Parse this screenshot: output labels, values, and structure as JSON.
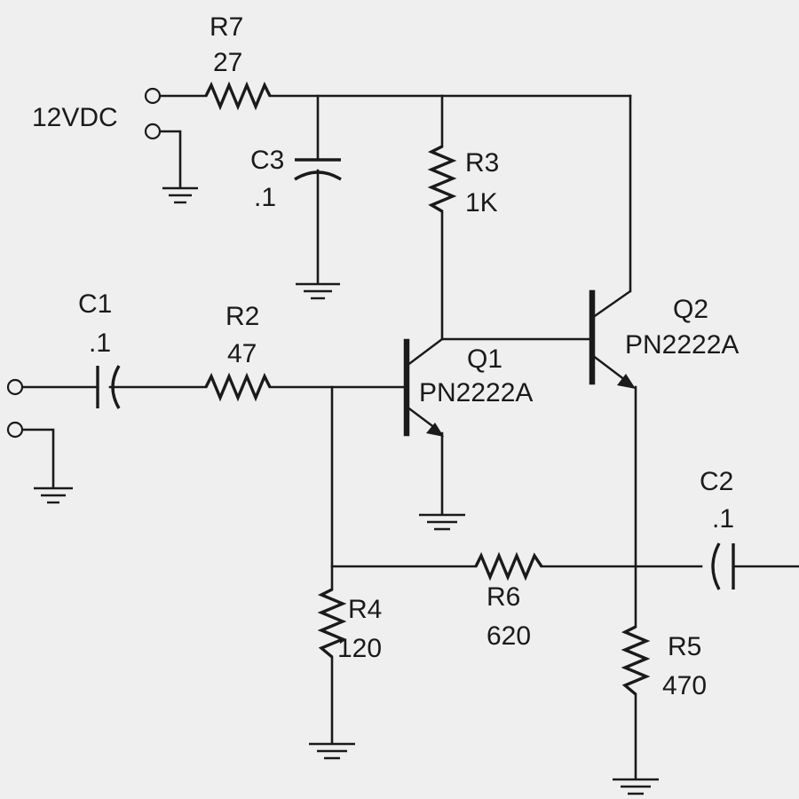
{
  "supply": {
    "label": "12VDC"
  },
  "components": {
    "R7": {
      "ref": "R7",
      "value": "27"
    },
    "C3": {
      "ref": "C3",
      "value": ".1"
    },
    "R3": {
      "ref": "R3",
      "value": "1K"
    },
    "C1": {
      "ref": "C1",
      "value": ".1"
    },
    "R2": {
      "ref": "R2",
      "value": "47"
    },
    "Q1": {
      "ref": "Q1",
      "part": "PN2222A"
    },
    "Q2": {
      "ref": "Q2",
      "part": "PN2222A"
    },
    "C2": {
      "ref": "C2",
      "value": ".1"
    },
    "R6": {
      "ref": "R6",
      "value": "620"
    },
    "R4": {
      "ref": "R4",
      "value": "120"
    },
    "R5": {
      "ref": "R5",
      "value": "470"
    }
  }
}
